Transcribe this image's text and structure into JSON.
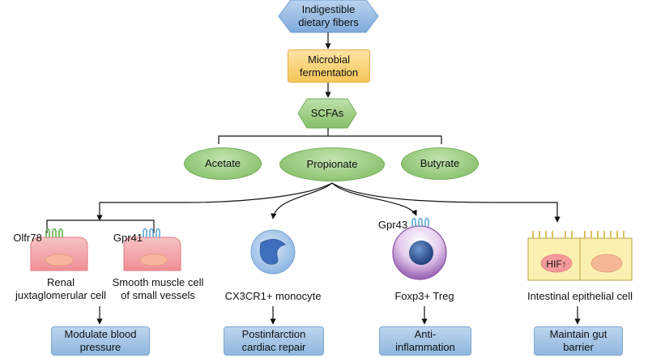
{
  "top": {
    "fibers": "Indigestible\ndietary fibers",
    "fermentation": "Microbial\nfermentation",
    "scfas": "SCFAs"
  },
  "acids": [
    "Acetate",
    "Propionate",
    "Butyrate"
  ],
  "receptors": {
    "olfr78": "Olfr78",
    "gpr41": "Gpr41",
    "gpr43": "Gpr43",
    "hif": "HIF↑"
  },
  "cells": {
    "renal": "Renal\njuxtaglomerular cell",
    "smooth": "Smooth muscle cell\nof small vessels",
    "monocyte": "CX3CR1+ monocyte",
    "treg": "Foxp3+ Treg",
    "epithelial": "Intestinal epithelial cell"
  },
  "outcomes": {
    "blood_pressure": "Modulate blood\npressure",
    "cardiac": "Postinfarction\ncardiac repair",
    "inflammation": "Anti-\ninflammation",
    "gut": "Maintain gut\nbarrier"
  },
  "colors": {
    "hexagon_blue": "#8fb7e2",
    "scfa_green": "#8cc471",
    "ferment_orange": "#f6c659",
    "outcome_blue": "#a7c7e7",
    "kidney_pink": "#f4a3a8",
    "epithelium_yellow": "#fbf0b0"
  }
}
